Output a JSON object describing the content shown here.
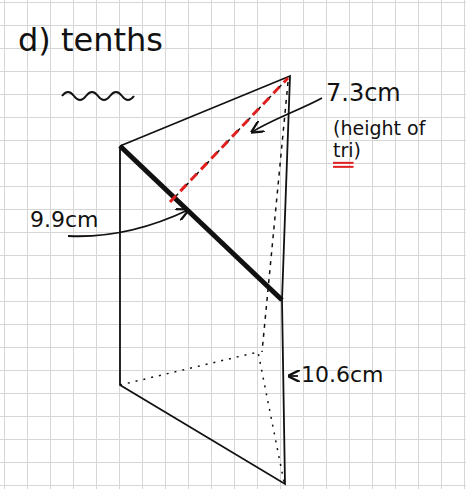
{
  "diagram": {
    "title": "d) tenths",
    "labels": [
      "7.3cm",
      "(height of tri)",
      "9.9cm",
      "10.6cm"
    ]
  }
}
